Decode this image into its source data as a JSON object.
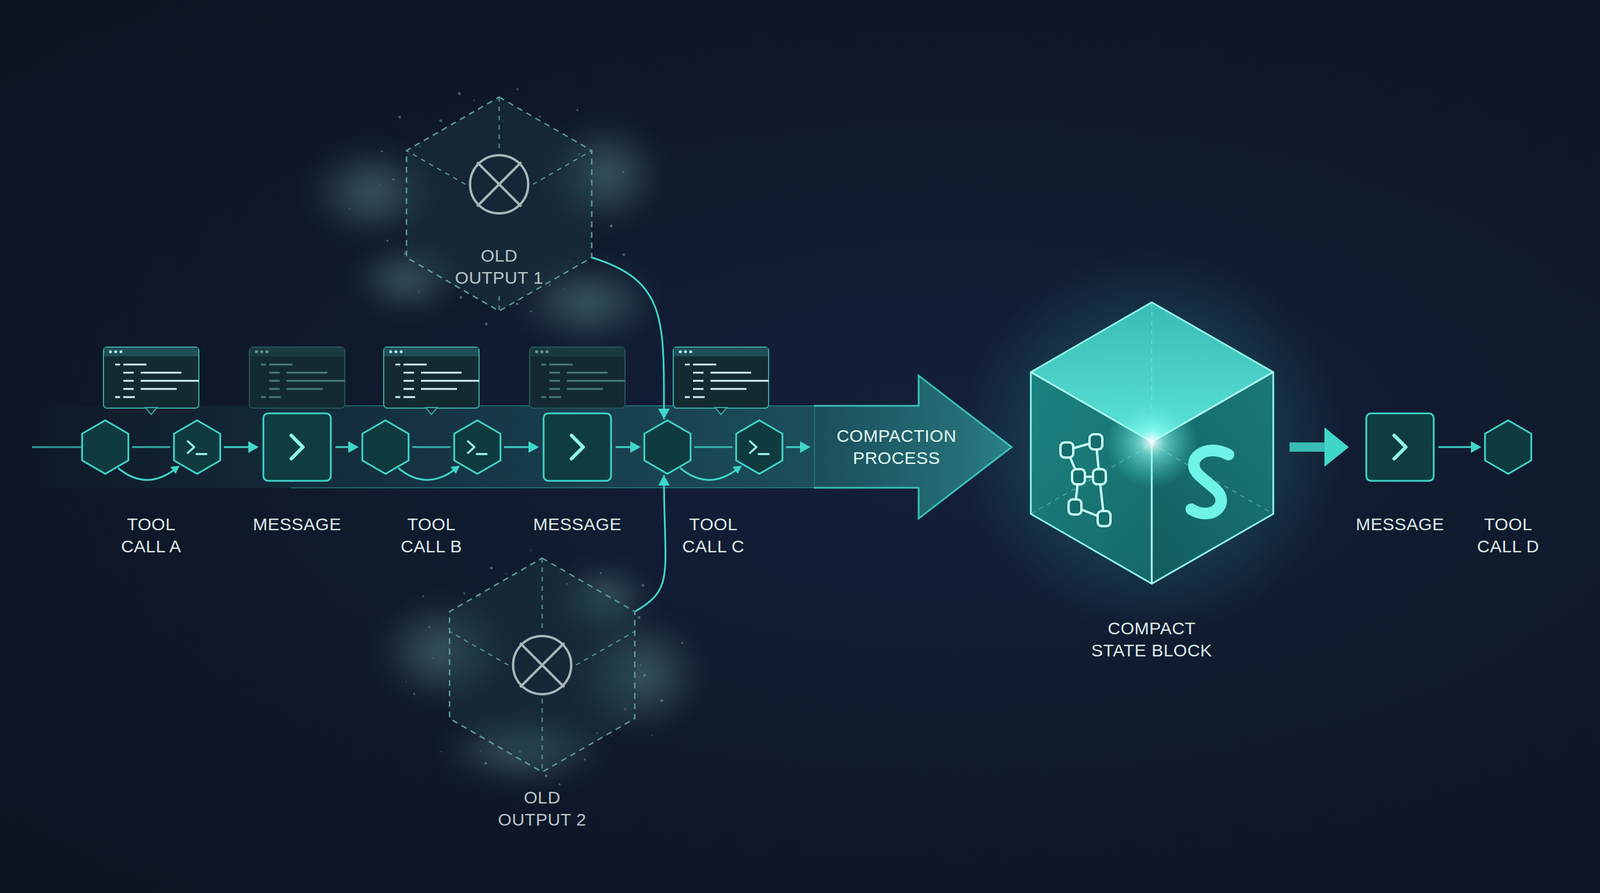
{
  "diagram": {
    "nodes": [
      {
        "text": [
          "TOOL CALL A"
        ]
      },
      {
        "text": [
          "MESSAGE"
        ]
      },
      {
        "text": [
          "TOOL CALL B"
        ]
      },
      {
        "text": [
          "MESSAGE"
        ]
      },
      {
        "text": [
          "TOOL CALL C"
        ]
      },
      {
        "text": [
          "OLD OUTPUT 1"
        ]
      },
      {
        "text": [
          "OLD OUTPUT 2"
        ]
      },
      {
        "text": [
          "COMPACTION PROCESS"
        ]
      },
      {
        "text": [
          "COMPACT STATE BLOCK"
        ]
      },
      {
        "text": [
          "MESSAGE"
        ]
      },
      {
        "text": [
          "TOOL CALL D"
        ]
      }
    ],
    "edges": [
      {
        "from": 0,
        "to": 1,
        "arrow": "to"
      },
      {
        "from": 1,
        "to": 2,
        "arrow": "to"
      },
      {
        "from": 2,
        "to": 3,
        "arrow": "to"
      },
      {
        "from": 3,
        "to": 4,
        "arrow": "to"
      },
      {
        "from": 5,
        "to": 4,
        "arrow": "to"
      },
      {
        "from": 6,
        "to": 4,
        "arrow": "to"
      },
      {
        "from": 4,
        "to": 7,
        "arrow": "to"
      },
      {
        "from": 8,
        "to": 9,
        "arrow": "to"
      },
      {
        "from": 9,
        "to": 10,
        "arrow": "to"
      }
    ]
  }
}
